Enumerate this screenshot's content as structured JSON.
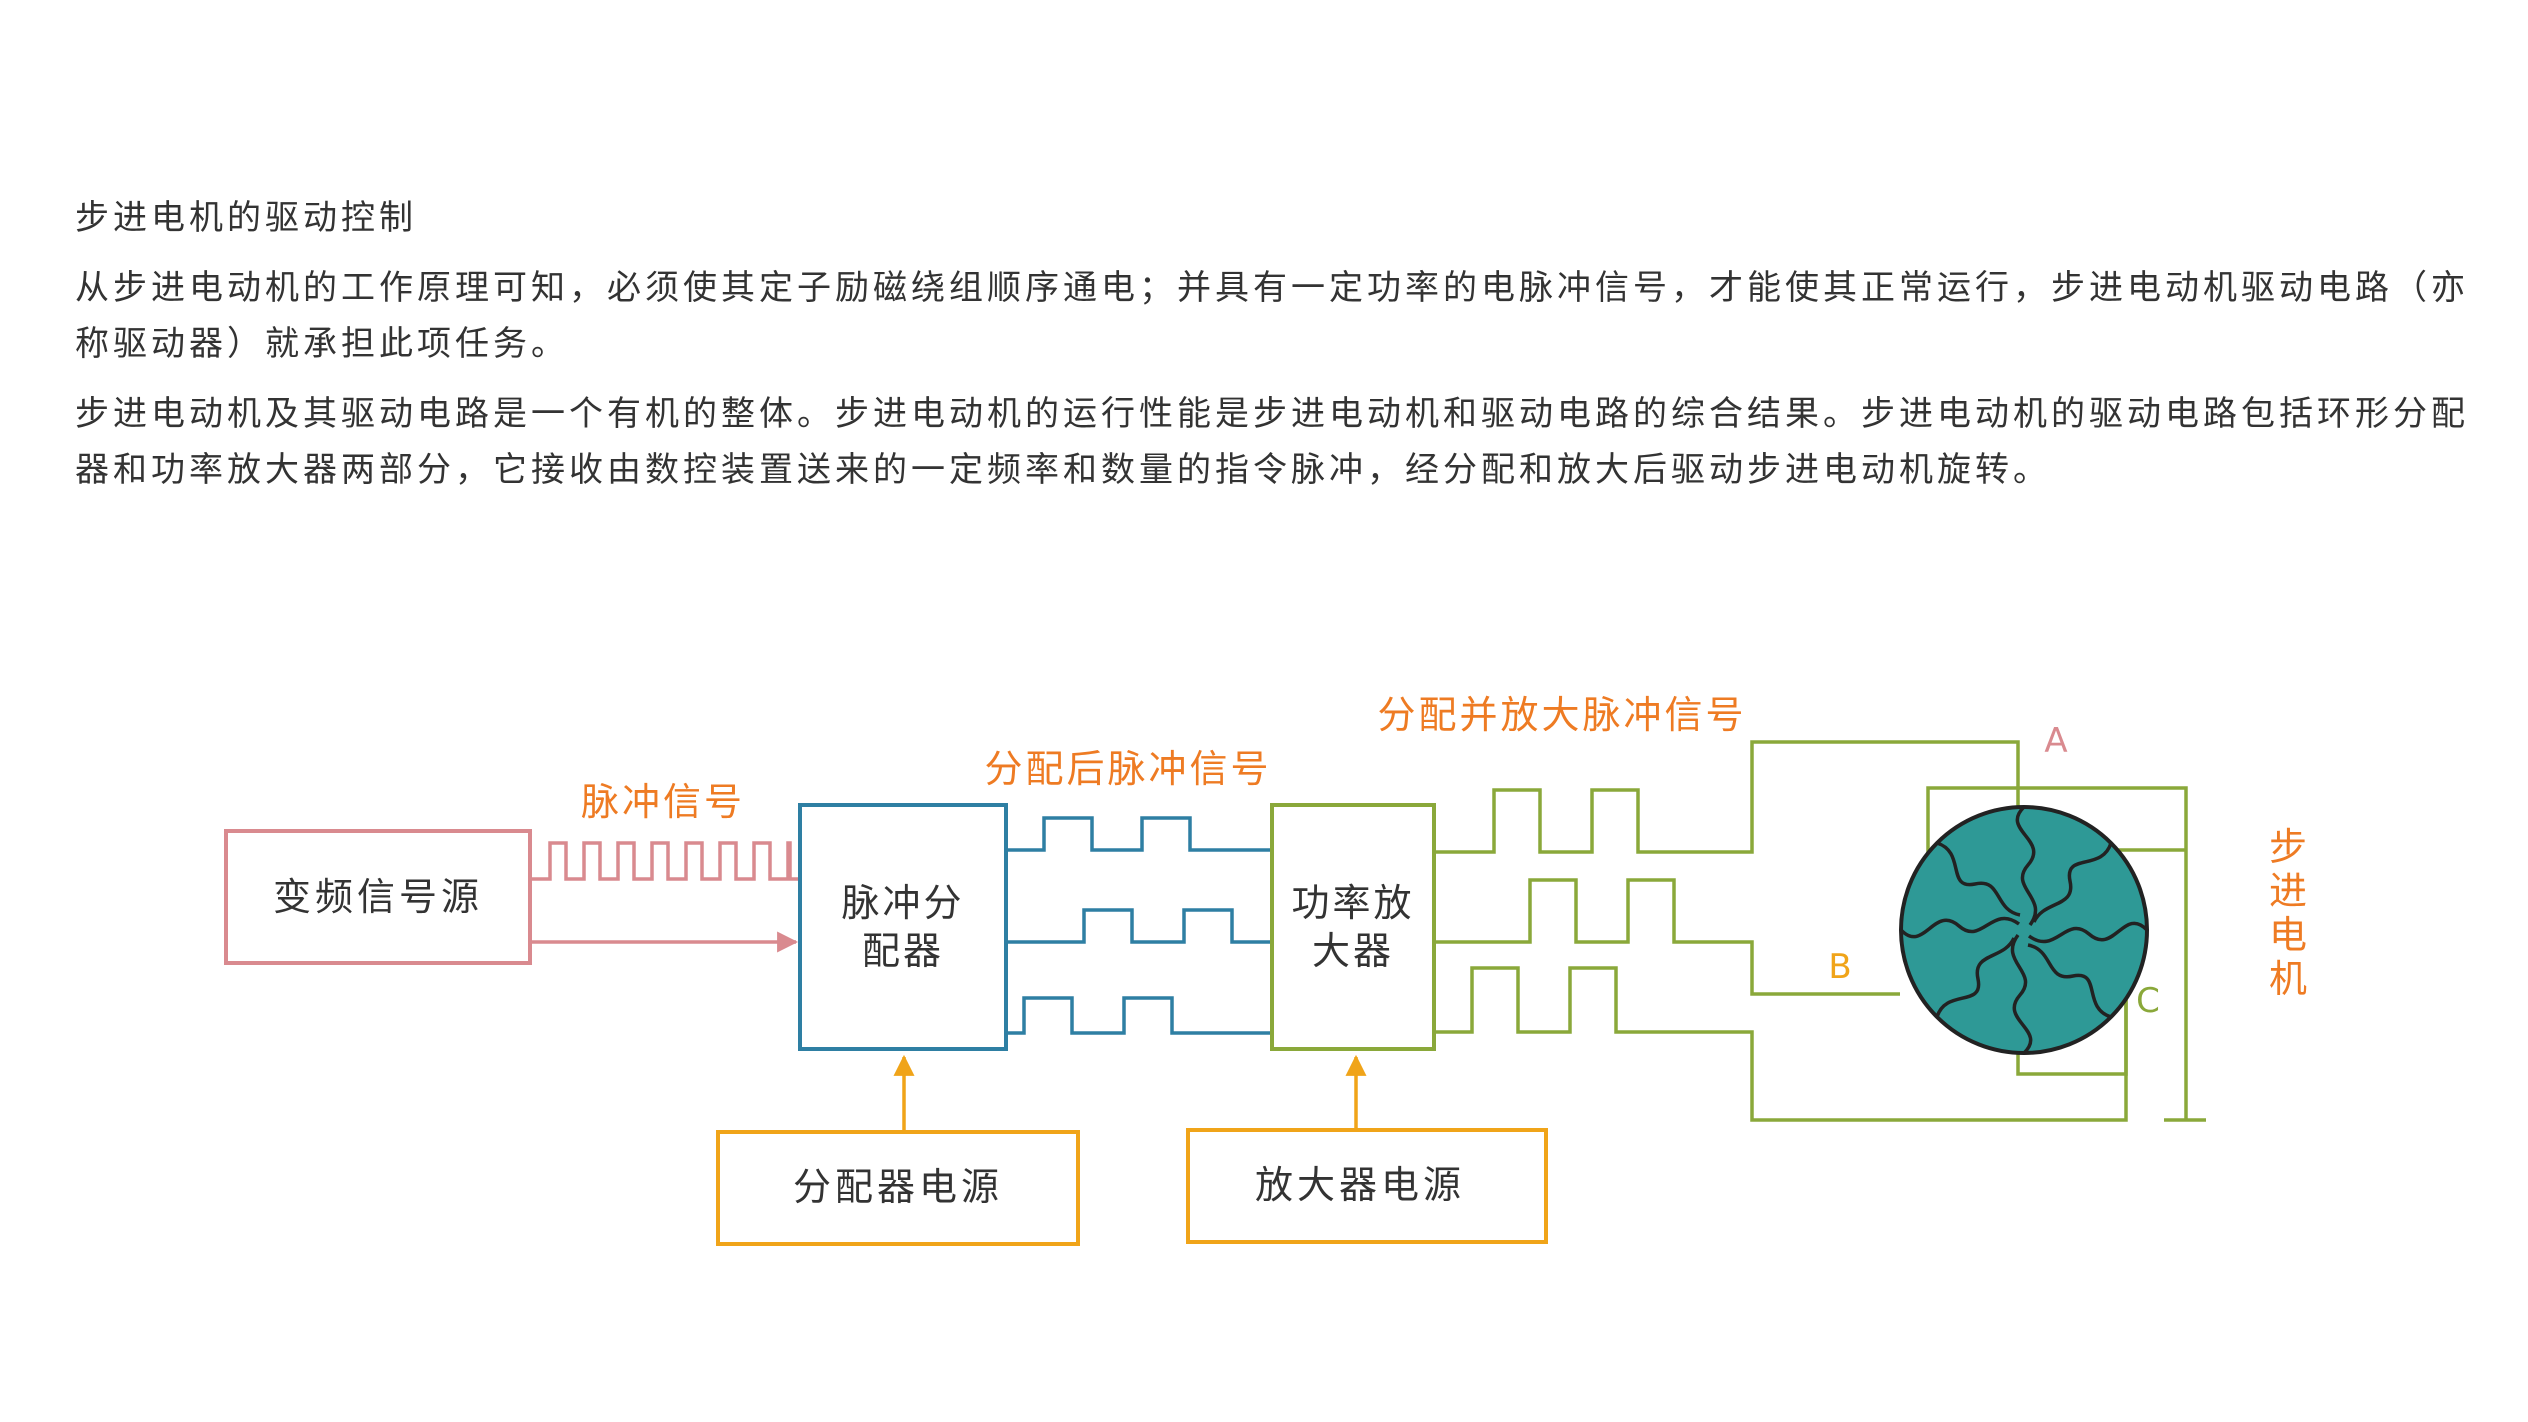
{
  "article": {
    "heading": "步进电机的驱动控制",
    "paragraphs": [
      "从步进电动机的工作原理可知，必须使其定子励磁绕组顺序通电；并具有一定功率的电脉冲信号，才能使其正常运行，步进电动机驱动电路（亦称驱动器）就承担此项任务。",
      "步进电动机及其驱动电路是一个有机的整体。步进电动机的运行性能是步进电动机和驱动电路的综合结果。步进电动机的驱动电路包括环形分配器和功率放大器两部分，它接收由数控装置送来的一定频率和数量的指令脉冲，经分配和放大后驱动步进电动机旋转。"
    ]
  },
  "diagram": {
    "blocks": {
      "source": [
        "变频信号源"
      ],
      "distributor": [
        "脉冲分",
        "配器"
      ],
      "amplifier": [
        "功率放",
        "大器"
      ],
      "distributor_power": [
        "分配器电源"
      ],
      "amplifier_power": [
        "放大器电源"
      ]
    },
    "signal_labels": {
      "pulse": "脉冲信号",
      "distributed": "分配后脉冲信号",
      "amplified": "分配并放大脉冲信号"
    },
    "motor_label": [
      "步",
      "进",
      "电",
      "机"
    ],
    "phases": [
      "A",
      "B",
      "C"
    ],
    "colors": {
      "source": "#d98a8f",
      "distributor": "#2e7fa3",
      "amplifier": "#8aa83a",
      "power": "#f0a419",
      "label": "#ee7b23",
      "phase_a": "#d98a8f",
      "phase_bc": "#f0a419",
      "motor_fill": "#2e9996",
      "text": "#333333"
    }
  }
}
